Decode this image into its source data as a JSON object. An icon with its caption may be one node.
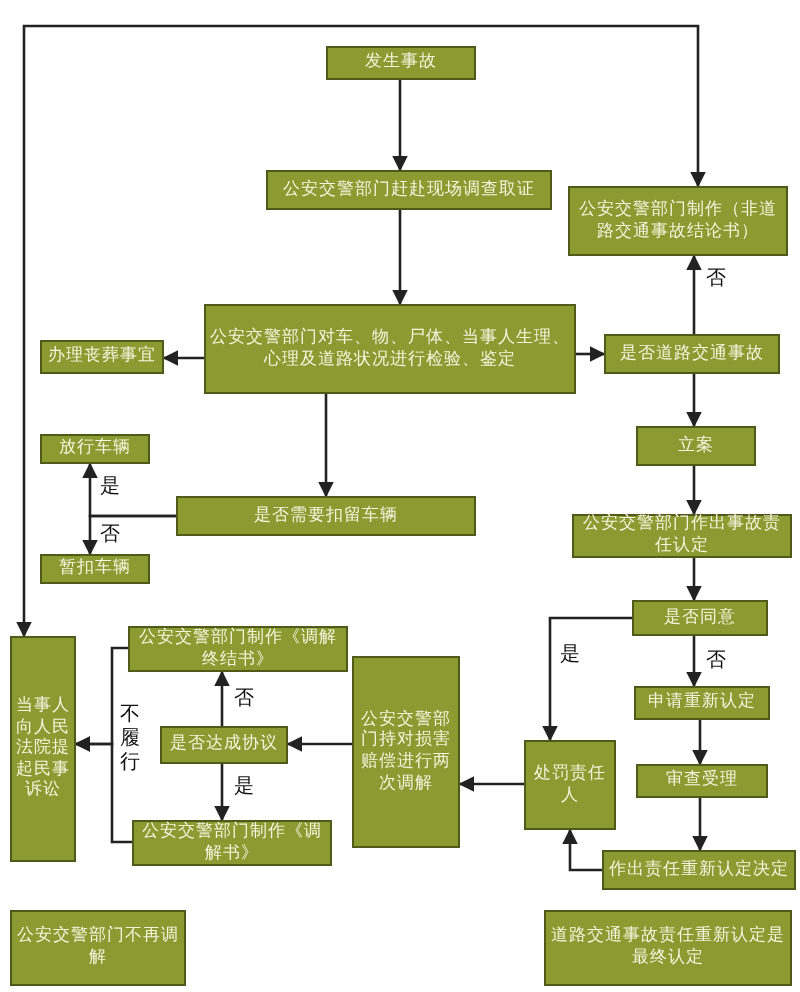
{
  "diagram": {
    "nodes": [
      {
        "text": [
          "发生事故"
        ]
      },
      {
        "text": [
          "公安交警部门赶赴现场调查取证"
        ]
      },
      {
        "text": [
          "公安交警部门制作（非道路交通事故结论书）"
        ]
      },
      {
        "text": [
          "公安交警部门对车、物、尸体、当事人生理、心理及道路状况进行检验、鉴定"
        ]
      },
      {
        "text": [
          "办理丧葬事宜"
        ]
      },
      {
        "text": [
          "是否道路交通事故"
        ]
      },
      {
        "text": [
          "放行车辆"
        ]
      },
      {
        "text": [
          "是否需要扣留车辆"
        ]
      },
      {
        "text": [
          "立案"
        ]
      },
      {
        "text": [
          "暂扣车辆"
        ]
      },
      {
        "text": [
          "公安交警部门作出事故责任认定"
        ]
      },
      {
        "text": [
          "是否同意"
        ]
      },
      {
        "text": [
          "申请重新认定"
        ]
      },
      {
        "text": [
          "审查受理"
        ]
      },
      {
        "text": [
          "作出责任重新认定决定"
        ]
      },
      {
        "text": [
          "处罚责任人"
        ]
      },
      {
        "text": [
          "公安交警部门持对损害赔偿进行两次调解"
        ]
      },
      {
        "text": [
          "公安交警部门制作《调解终结书》"
        ]
      },
      {
        "text": [
          "是否达成协议"
        ]
      },
      {
        "text": [
          "公安交警部门制作《调解书》"
        ]
      },
      {
        "text": [
          "当事人向人民法院提起民事诉讼"
        ]
      },
      {
        "text": [
          "道路交通事故责任重新认定是最终认定"
        ]
      },
      {
        "text": [
          "公安交警部门不再调解"
        ]
      }
    ],
    "edges": [
      {
        "from": 0,
        "to": 1,
        "arrow": "to"
      },
      {
        "from": 1,
        "to": 3,
        "arrow": "to"
      },
      {
        "from": 3,
        "to": 4,
        "arrow": "to"
      },
      {
        "from": 3,
        "to": 5,
        "arrow": "to"
      },
      {
        "from": 5,
        "to": 2,
        "arrow": "to",
        "label": "否"
      },
      {
        "from": 5,
        "to": 8,
        "arrow": "to"
      },
      {
        "from": 8,
        "to": 10,
        "arrow": "to"
      },
      {
        "from": 10,
        "to": 11,
        "arrow": "to"
      },
      {
        "from": 11,
        "to": 12,
        "arrow": "to",
        "label": "否"
      },
      {
        "from": 12,
        "to": 13,
        "arrow": "to"
      },
      {
        "from": 13,
        "to": 14,
        "arrow": "to"
      },
      {
        "from": 11,
        "to": 15,
        "arrow": "to",
        "label": "是"
      },
      {
        "from": 14,
        "to": 15,
        "arrow": "to"
      },
      {
        "from": 15,
        "to": 16,
        "arrow": "to"
      },
      {
        "from": 16,
        "to": 18,
        "arrow": "to"
      },
      {
        "from": 18,
        "to": 17,
        "arrow": "to",
        "label": "否"
      },
      {
        "from": 18,
        "to": 19,
        "arrow": "to",
        "label": "是"
      },
      {
        "from": 17,
        "to": 20,
        "arrow": "to",
        "label": "不履行"
      },
      {
        "from": 19,
        "to": 20,
        "arrow": "to"
      },
      {
        "from": 7,
        "to": 6,
        "arrow": "to",
        "label": "是"
      },
      {
        "from": 7,
        "to": 9,
        "arrow": "to",
        "label": "否"
      },
      {
        "from": 3,
        "to": 7,
        "arrow": "to"
      },
      {
        "from": 20,
        "to": 2,
        "arrow": "both"
      }
    ]
  }
}
